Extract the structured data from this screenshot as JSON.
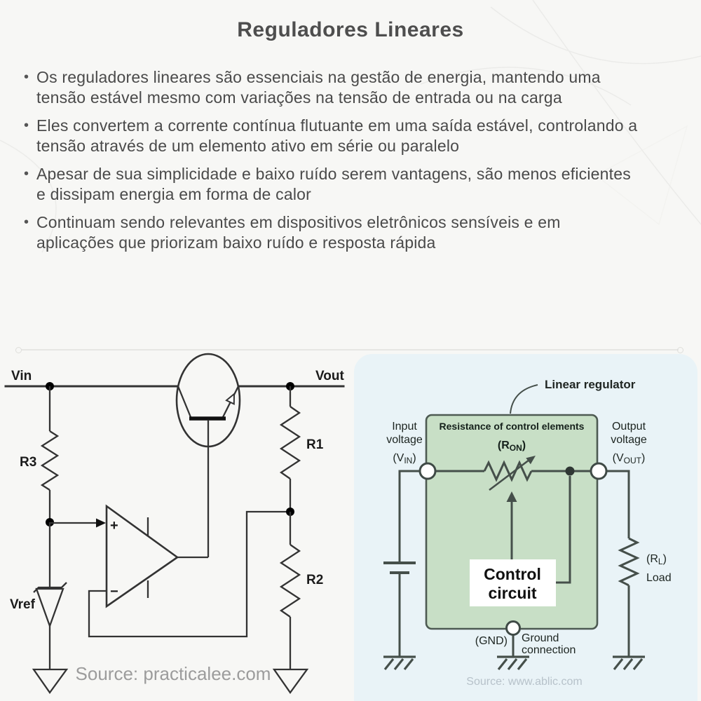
{
  "title": "Reguladores Lineares",
  "bullets": [
    "Os reguladores lineares são essenciais na gestão de energia, mantendo uma tensão estável mesmo com variações na tensão de entrada ou na carga",
    "Eles convertem a corrente contínua flutuante em uma saída estável, controlando a tensão através de um elemento ativo em série ou paralelo",
    "Apesar de sua simplicidade e baixo ruído serem vantagens, são menos eficientes e dissipam energia em forma de calor",
    "Continuam sendo relevantes em dispositivos eletrônicos sensíveis e em aplicações que priorizam baixo ruído e resposta rápida"
  ],
  "bullet_char": "•",
  "left_circuit": {
    "vin_label": "Vin",
    "vout_label": "Vout",
    "r1_label": "R1",
    "r2_label": "R2",
    "r3_label": "R3",
    "vref_label": "Vref",
    "opamp_plus": "+",
    "opamp_minus": "−",
    "source": "Source: practicalee.com"
  },
  "right_diagram": {
    "pointer_label": "Linear regulator",
    "box_title": "Resistance of control elements",
    "ron": {
      "pre": "(R",
      "sub": "ON",
      "post": ")"
    },
    "input": {
      "line1": "Input",
      "line2": "voltage",
      "v_pre": "(V",
      "v_sub": "IN",
      "v_post": ")"
    },
    "output": {
      "line1": "Output",
      "line2": "voltage",
      "v_pre": "(V",
      "v_sub": "OUT",
      "v_post": ")"
    },
    "control": {
      "line1": "Control",
      "line2": "circuit"
    },
    "gnd_label": "(GND)",
    "ground_label_line1": "Ground",
    "ground_label_line2": "connection",
    "rl": {
      "pre": "(R",
      "sub": "L",
      "post": ")",
      "load": "Load"
    },
    "source": "Source: www.ablic.com",
    "colors": {
      "panel_bg": "#e9f3f7",
      "box_fill": "#c8dfc6",
      "box_stroke": "#4d5a52",
      "wire": "#454f4a"
    }
  }
}
